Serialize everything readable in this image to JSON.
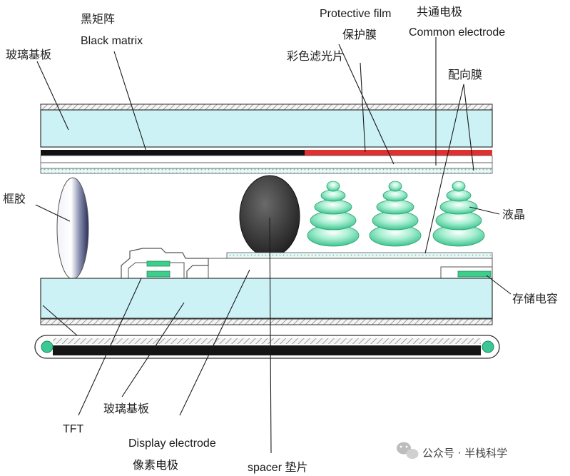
{
  "labels": {
    "black_matrix_cn": "黑矩阵",
    "black_matrix_en": "Black matrix",
    "glass_top": "玻璃基板",
    "protective_film_en": "Protective film",
    "protective_film_cn": "保护膜",
    "common_electrode_cn": "共通电极",
    "common_electrode_en": "Common electrode",
    "color_filter": "彩色滤光片",
    "alignment_film": "配向膜",
    "sealant": "框胶",
    "liquid_crystal": "液晶",
    "storage_capacitor": "存储电容",
    "glass_bottom": "玻璃基板",
    "tft": "TFT",
    "display_electrode_en": "Display electrode",
    "display_electrode_cn": "像素电极",
    "spacer": "spacer  垫片"
  },
  "watermark": {
    "text": "公众号 · 半栈科学",
    "icon": "wechat-icon"
  },
  "colors": {
    "glass": "#ccf2f6",
    "outline": "#333333",
    "black_matrix": "#111111",
    "color_filter": "#e03030",
    "liquid_crystal": "#3cc896",
    "spacer": "#3a3a3a",
    "storage_pad": "#3ccf8c",
    "polarizer": "#151515",
    "roller": "#3cc896"
  }
}
